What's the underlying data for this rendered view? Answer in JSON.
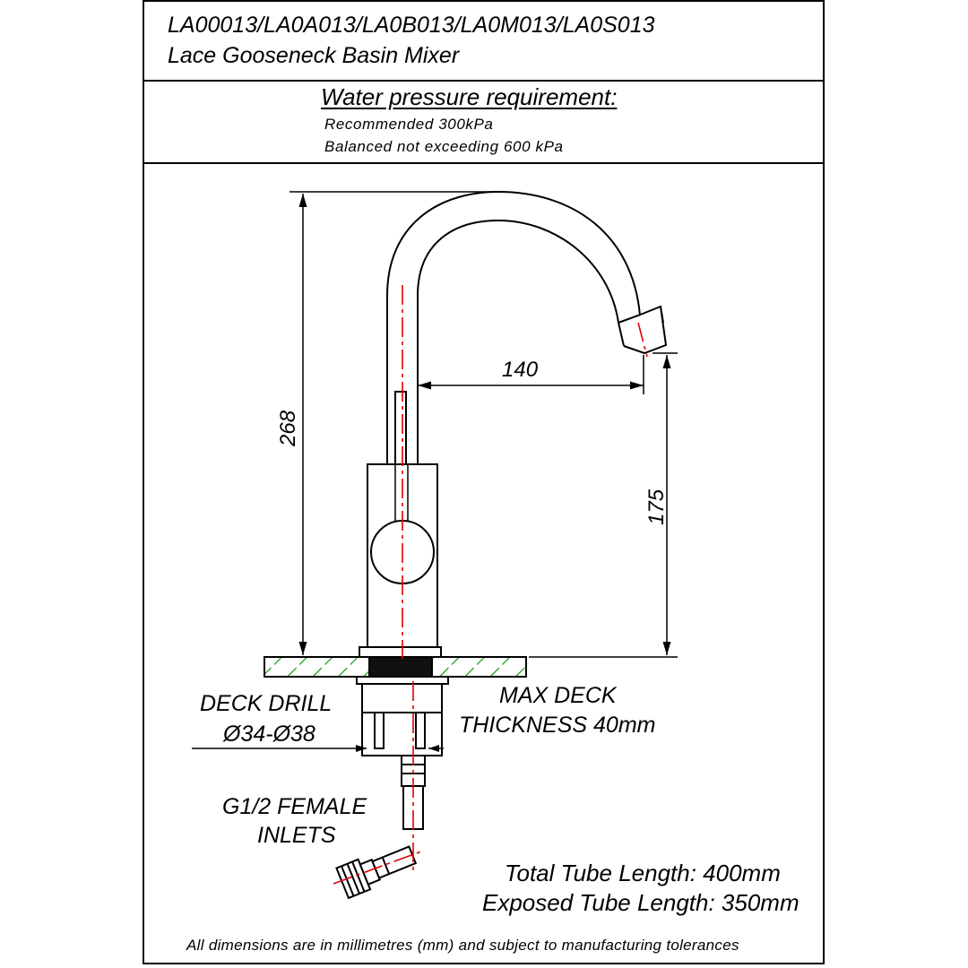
{
  "header": {
    "model_codes": "LA00013/LA0A013/LA0B013/LA0M013/LA0S013",
    "product_name": "Lace Gooseneck Basin Mixer"
  },
  "pressure": {
    "heading": "Water pressure requirement:",
    "recommended": "Recommended 300kPa",
    "balanced": "Balanced not exceeding 600 kPa"
  },
  "dimensions": {
    "overall_height": "268",
    "spout_reach": "140",
    "spout_height": "175"
  },
  "labels": {
    "deck_drill_line1": "DECK DRILL",
    "deck_drill_line2": "Ø34-Ø38",
    "max_deck_line1": "MAX DECK",
    "max_deck_line2": "THICKNESS 40mm",
    "inlets_line1": "G1/2 FEMALE",
    "inlets_line2": "INLETS",
    "total_tube": "Total Tube Length: 400mm",
    "exposed_tube": "Exposed Tube Length: 350mm"
  },
  "footer": {
    "note": "All dimensions are in millimetres (mm) and subject to manufacturing tolerances"
  },
  "colors": {
    "line": "#000000",
    "centerline": "#e00000",
    "hatch": "#1a9a1a"
  }
}
